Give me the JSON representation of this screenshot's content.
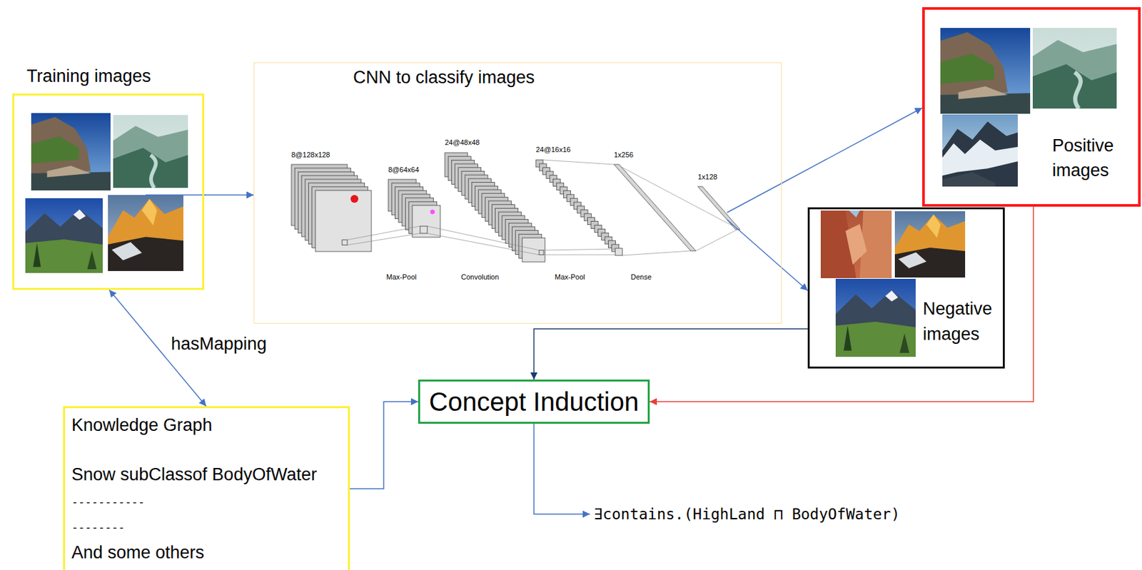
{
  "diagram": {
    "nodes": [
      {
        "text": [
          "Training images"
        ]
      },
      {
        "text": [
          "CNN to classify images"
        ]
      },
      {
        "text": [
          "Positive images"
        ]
      },
      {
        "text": [
          "Negative images"
        ]
      },
      {
        "text": [
          "Concept Induction"
        ]
      },
      {
        "text": [
          "Knowledge Graph",
          "Snow subClassof BodyOfWater",
          "-----------",
          "--------",
          "And some others"
        ]
      }
    ],
    "edges": [
      {
        "from": 0,
        "to": 1,
        "arrow": "to"
      },
      {
        "from": 1,
        "to": 2,
        "arrow": "to"
      },
      {
        "from": 1,
        "to": 3,
        "arrow": "to"
      },
      {
        "from": 0,
        "to": 5,
        "label": "hasMapping",
        "arrow": "both"
      },
      {
        "from": 3,
        "to": 4,
        "arrow": "to"
      },
      {
        "from": 2,
        "to": 4,
        "arrow": "to"
      },
      {
        "from": 5,
        "to": 4,
        "arrow": "to"
      }
    ],
    "labels": [
      "8@128x128",
      "8@64x64",
      "24@48x48",
      "24@16x16",
      "1x256",
      "1x128",
      "Max-Pool",
      "Convolution",
      "Max-Pool",
      "Dense",
      "∃contains.(HighLand ⊓ BodyOfWater)"
    ]
  }
}
